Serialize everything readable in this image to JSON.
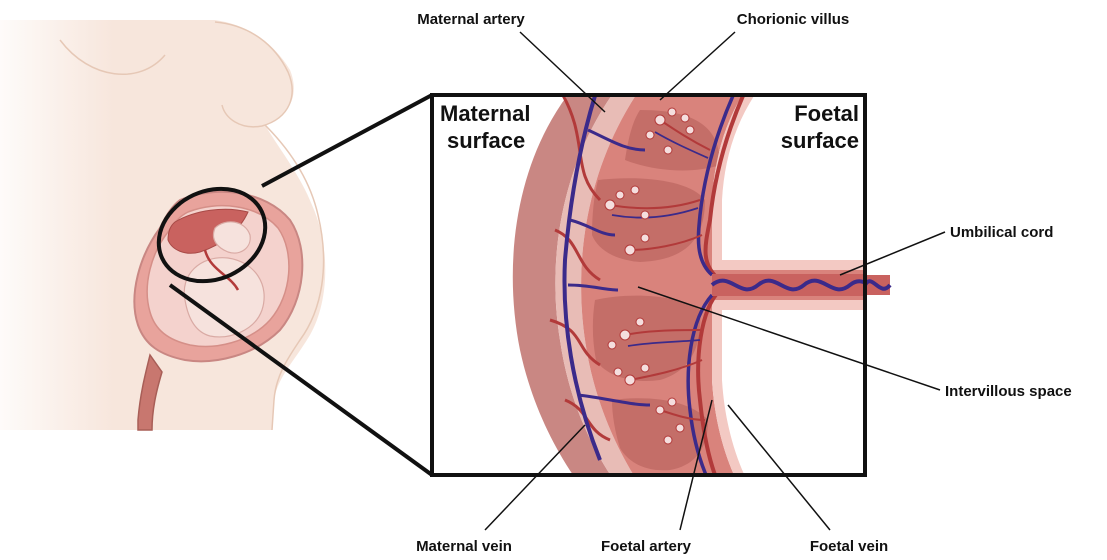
{
  "inset": {
    "maternal_surface_line1": "Maternal",
    "maternal_surface_line2": "surface",
    "foetal_surface_line1": "Foetal",
    "foetal_surface_line2": "surface"
  },
  "labels": {
    "maternal_artery": "Maternal artery",
    "chorionic_villus": "Chorionic villus",
    "umbilical_cord": "Umbilical cord",
    "intervillous_space": "Intervillous space",
    "maternal_vein": "Maternal vein",
    "foetal_artery": "Foetal artery",
    "foetal_vein": "Foetal vein"
  },
  "colors": {
    "skin": "#f7e6dc",
    "skin_outline": "#e6c8b6",
    "uterus": "#e8a39c",
    "placenta_tissue": "#d9837c",
    "placenta_dark": "#b85c58",
    "decidua": "#c98783",
    "artery_red": "#b23a3a",
    "vein_blue": "#3b2a8a",
    "villus_fill": "#f4dede",
    "label_text": "#111111"
  }
}
